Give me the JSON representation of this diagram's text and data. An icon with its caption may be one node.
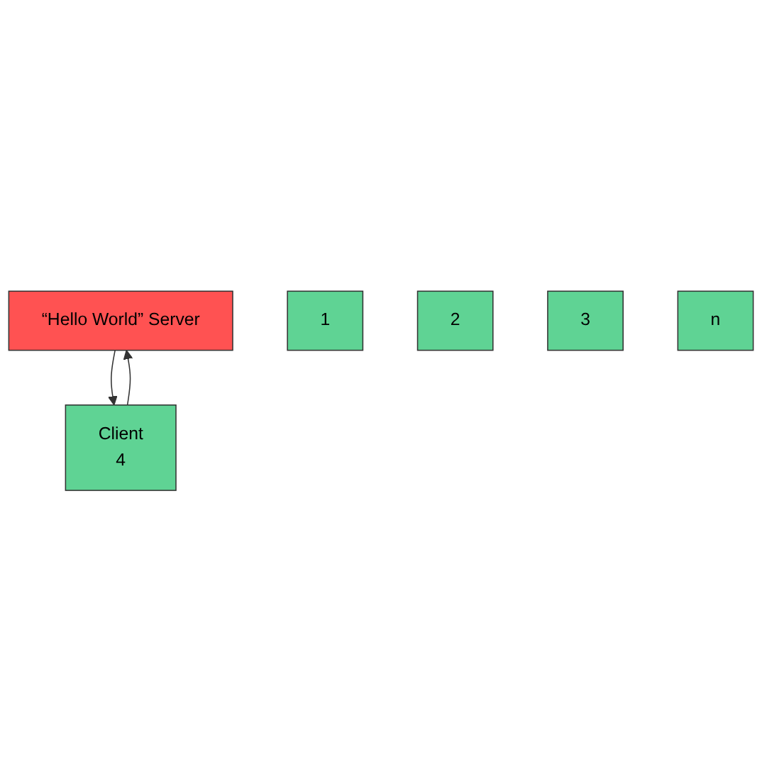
{
  "diagram": {
    "nodes": [
      {
        "text": [
          "“Hello World” Server"
        ]
      },
      {
        "text": [
          "Client",
          "4"
        ]
      },
      {
        "text": [
          "1"
        ]
      },
      {
        "text": [
          "2"
        ]
      },
      {
        "text": [
          "3"
        ]
      },
      {
        "text": [
          "n"
        ]
      }
    ],
    "edges": [
      {
        "from": 1,
        "to": 0,
        "arrow": "to"
      },
      {
        "from": 0,
        "to": 1,
        "arrow": "to"
      }
    ]
  }
}
